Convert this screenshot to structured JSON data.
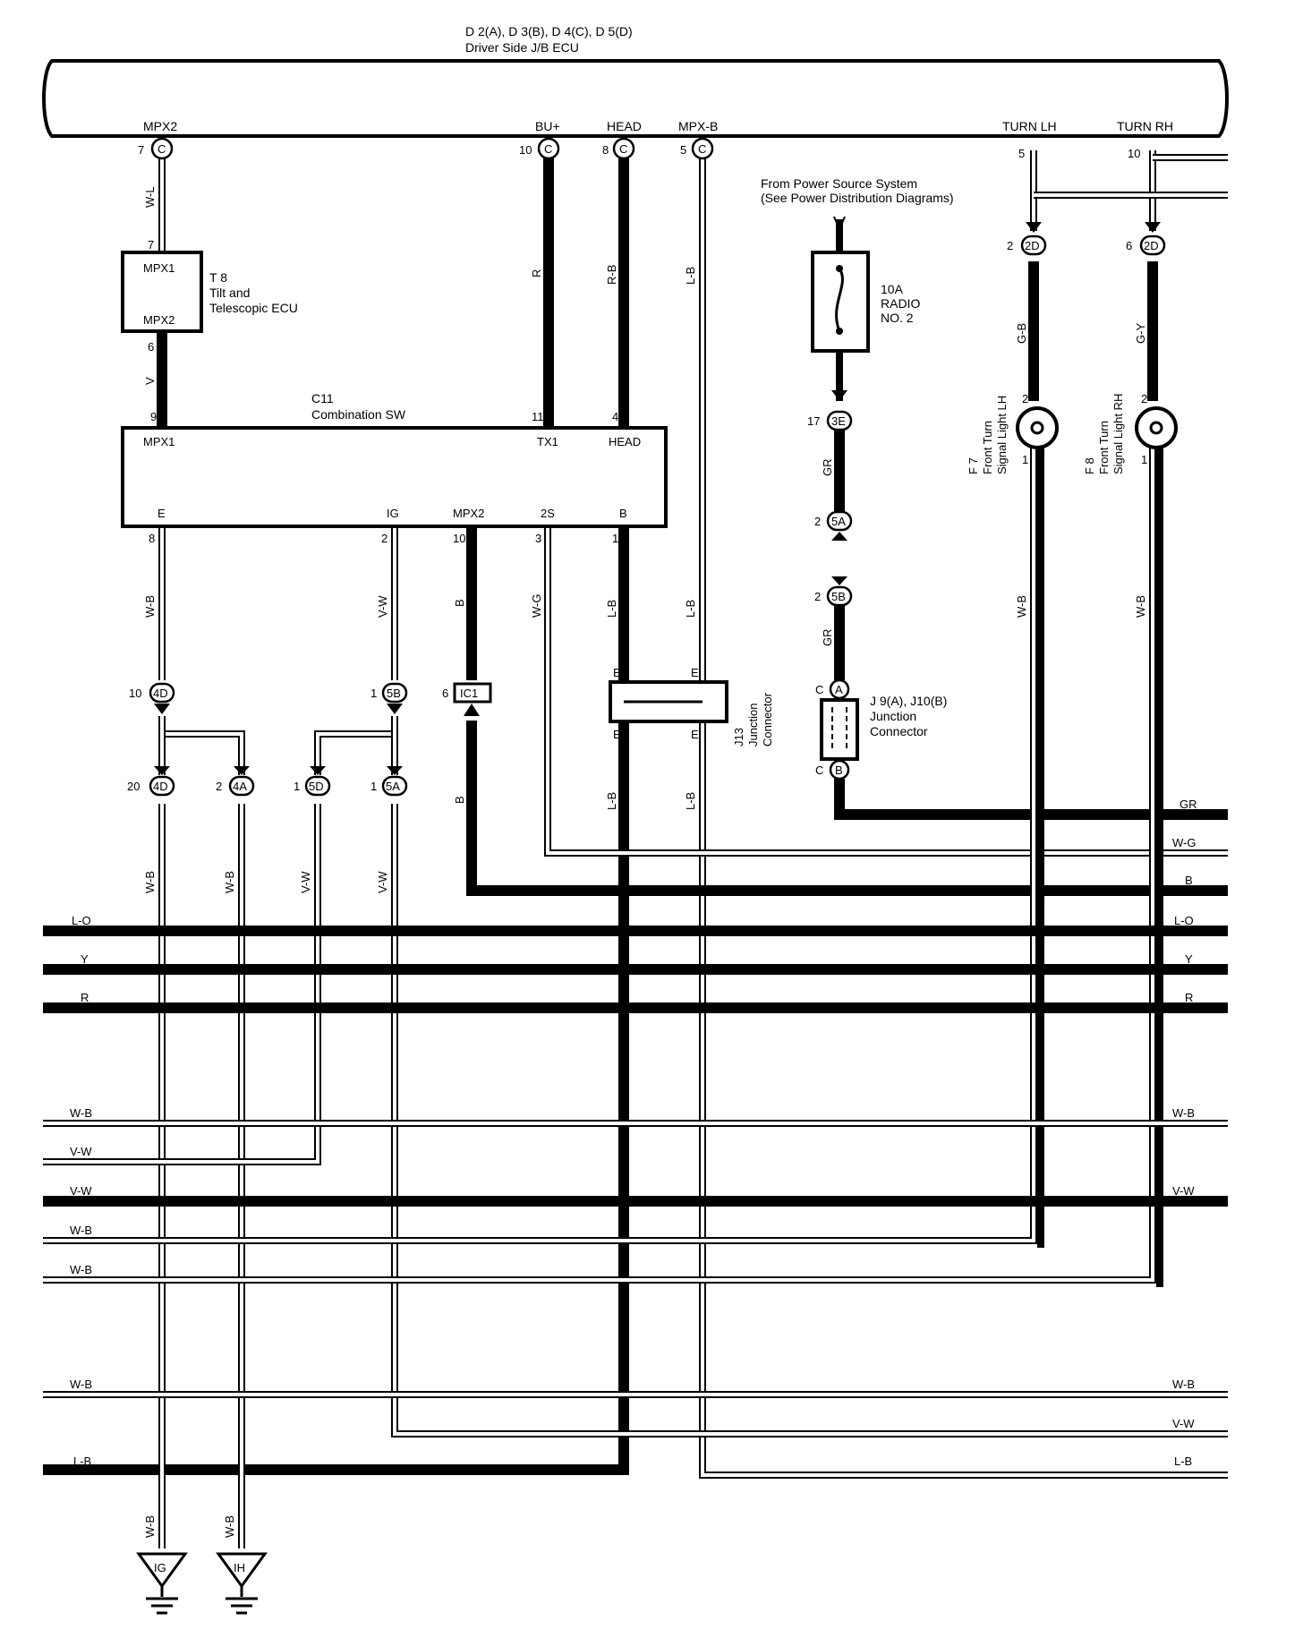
{
  "ecu": {
    "title_line1": "D 2(A), D 3(B), D 4(C), D 5(D)",
    "title_line2": "Driver Side J/B ECU",
    "terminals": [
      {
        "name": "MPX2",
        "pin": "7",
        "conn": "C"
      },
      {
        "name": "BU+",
        "pin": "10",
        "conn": "C"
      },
      {
        "name": "HEAD",
        "pin": "8",
        "conn": "C"
      },
      {
        "name": "MPX-B",
        "pin": "5",
        "conn": "C"
      },
      {
        "name": "TURN LH",
        "pin": "5"
      },
      {
        "name": "TURN RH",
        "pin": "10"
      }
    ]
  },
  "power_source": {
    "line1": "From Power Source System",
    "line2": "(See Power Distribution Diagrams)"
  },
  "fuse": {
    "line1": "10A",
    "line2": "RADIO",
    "line3": "NO. 2"
  },
  "tilt_ecu": {
    "id": "T 8",
    "line1": "Tilt and",
    "line2": "Telescopic ECU",
    "pin_top": "7",
    "pin_bottom": "6",
    "term_top": "MPX1",
    "term_bottom": "MPX2"
  },
  "combo_sw": {
    "id": "C11",
    "name": "Combination SW",
    "top_pins": [
      {
        "name": "MPX1",
        "pin": "9"
      },
      {
        "name": "TX1",
        "pin": "11"
      },
      {
        "name": "HEAD",
        "pin": "4"
      }
    ],
    "bottom_pins": [
      {
        "name": "E",
        "pin": "8"
      },
      {
        "name": "IG",
        "pin": "2"
      },
      {
        "name": "MPX2",
        "pin": "10"
      },
      {
        "name": "2S",
        "pin": "3"
      },
      {
        "name": "B",
        "pin": "1"
      }
    ]
  },
  "wire_colors": {
    "w_l": "W-L",
    "v": "V",
    "r": "R",
    "r_b": "R-B",
    "l_b": "L-B",
    "w_b": "W-B",
    "v_w": "V-W",
    "b": "B",
    "w_g": "W-G",
    "gr": "GR",
    "g_b": "G-B",
    "g_y": "G-Y"
  },
  "connectors": {
    "c_4d_top": {
      "pin": "10",
      "code": "4D"
    },
    "c_5b_top": {
      "pin": "1",
      "code": "5B"
    },
    "c_ic1": {
      "pin": "6",
      "code": "IC1"
    },
    "c_4d_bot": {
      "pin": "20",
      "code": "4D"
    },
    "c_4a_bot": {
      "pin": "2",
      "code": "4A"
    },
    "c_5d_bot": {
      "pin": "1",
      "code": "5D"
    },
    "c_5a_bot": {
      "pin": "1",
      "code": "5A"
    },
    "c_3e": {
      "pin": "17",
      "code": "3E"
    },
    "c_5a_mid": {
      "pin": "2",
      "code": "5A"
    },
    "c_5b_mid": {
      "pin": "2",
      "code": "5B"
    },
    "c_2d_lh": {
      "pin": "2",
      "code": "2D"
    },
    "c_2d_rh": {
      "pin": "6",
      "code": "2D"
    }
  },
  "j13": {
    "id": "J13",
    "line1": "Junction",
    "line2": "Connector",
    "pin": "E"
  },
  "j9": {
    "line1": "J 9(A), J10(B)",
    "line2": "Junction",
    "line3": "Connector",
    "top_pin": "C",
    "top_code": "A",
    "bot_pin": "C",
    "bot_code": "B"
  },
  "turn_lights": {
    "lh": {
      "id": "F 7",
      "line1": "Front Turn",
      "line2": "Signal Light LH",
      "pin_top": "2",
      "pin_bot": "1"
    },
    "rh": {
      "id": "F 8",
      "line1": "Front Turn",
      "line2": "Signal Light RH",
      "pin_top": "2",
      "pin_bot": "1"
    }
  },
  "grounds": {
    "ig": "IG",
    "ih": "IH"
  },
  "bus_lines": {
    "right": [
      "GR",
      "W-G",
      "B",
      "L-O",
      "Y",
      "R",
      "W-B",
      "V-W",
      "W-B",
      "V-W",
      "L-B"
    ],
    "left": [
      "L-O",
      "Y",
      "R",
      "W-B",
      "V-W",
      "V-W",
      "W-B",
      "W-B",
      "W-B",
      "L-B"
    ]
  }
}
